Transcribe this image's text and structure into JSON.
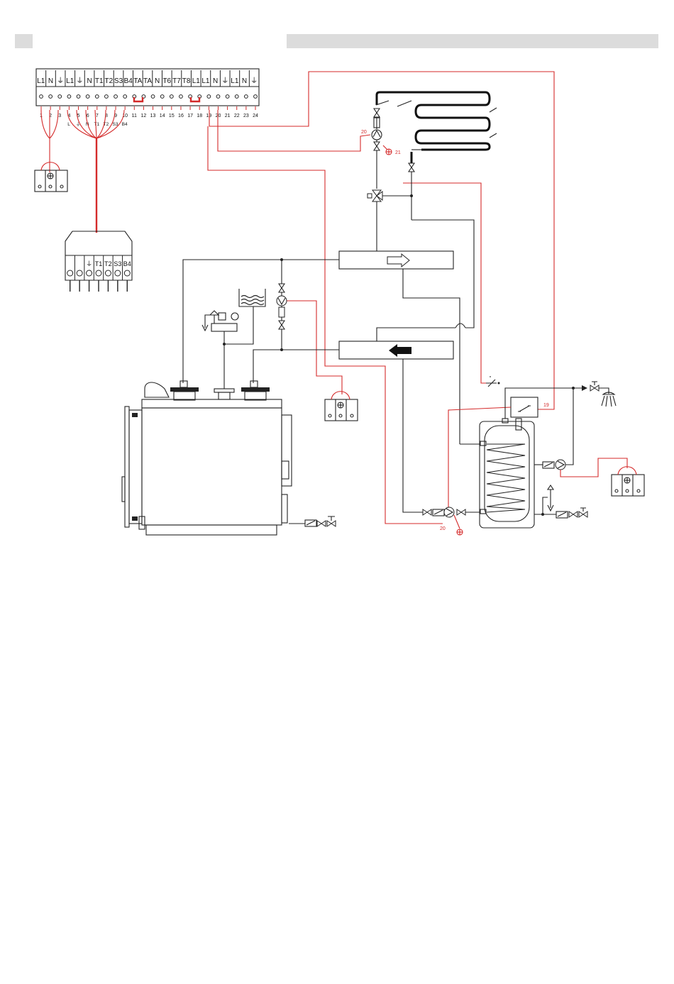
{
  "terminal_block": {
    "labels": [
      "L1",
      "N",
      "⏚",
      "L1",
      "⏚",
      "N",
      "T1",
      "T2",
      "S3",
      "B4",
      "TA",
      "TA",
      "N",
      "T6",
      "T7",
      "T8",
      "L1",
      "L1",
      "N",
      "⏚",
      "L1",
      "N",
      "⏚"
    ],
    "numbers": [
      "1",
      "2",
      "3",
      "4",
      "5",
      "6",
      "7",
      "8",
      "9",
      "10",
      "11",
      "12",
      "13",
      "14",
      "15",
      "16",
      "17",
      "18",
      "19",
      "20",
      "21",
      "22",
      "23",
      "24"
    ],
    "sub_labels": [
      "L",
      "⏚",
      "N",
      "T1",
      "T2",
      "S3",
      "B4"
    ]
  },
  "probe_connector": {
    "labels": [
      "⏚",
      "T1",
      "T2",
      "S3",
      "B4"
    ]
  },
  "callouts": {
    "pump_top": "20",
    "earth_top": "21",
    "thermostat": "19",
    "pump_bottom": "20"
  },
  "colors": {
    "wire": "#d42a2a",
    "line": "#222222",
    "header_bar": "#dcdcdc"
  }
}
